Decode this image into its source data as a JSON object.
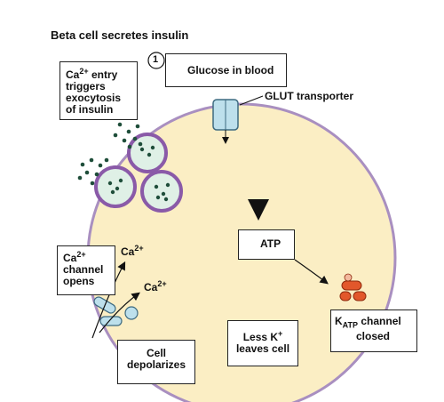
{
  "title": "Beta cell secretes insulin",
  "step_number": "1",
  "glucose_label": "Glucose in blood",
  "glut_label": "GLUT transporter",
  "ca_entry": {
    "line1_pre": "Ca",
    "line1_sup": "2+",
    "line1_post": " entry",
    "line2": "triggers",
    "line3": "exocytosis",
    "line4": "of insulin"
  },
  "atp_label": "ATP",
  "katp": {
    "k": "K",
    "sub": "ATP",
    "post": " channel",
    "line2": "closed"
  },
  "less_k": {
    "line1_pre": "Less K",
    "line1_sup": "+",
    "line2": "leaves cell"
  },
  "depolarizes": {
    "line1": "Cell",
    "line2": "depolarizes"
  },
  "ca_channel": {
    "line1_pre": "Ca",
    "line1_sup": "2+",
    "line2": "channel",
    "line3": "opens"
  },
  "ca_ion_1": {
    "base": "Ca",
    "sup": "2+"
  },
  "ca_ion_2": {
    "base": "Ca",
    "sup": "2+"
  },
  "colors": {
    "cell_fill": "#fbeec4",
    "vesicle_ring": "#8a5aa8",
    "vesicle_fill": "#dff0e6",
    "channel_red": "#e2572b",
    "transporter": "#bde0ec"
  }
}
